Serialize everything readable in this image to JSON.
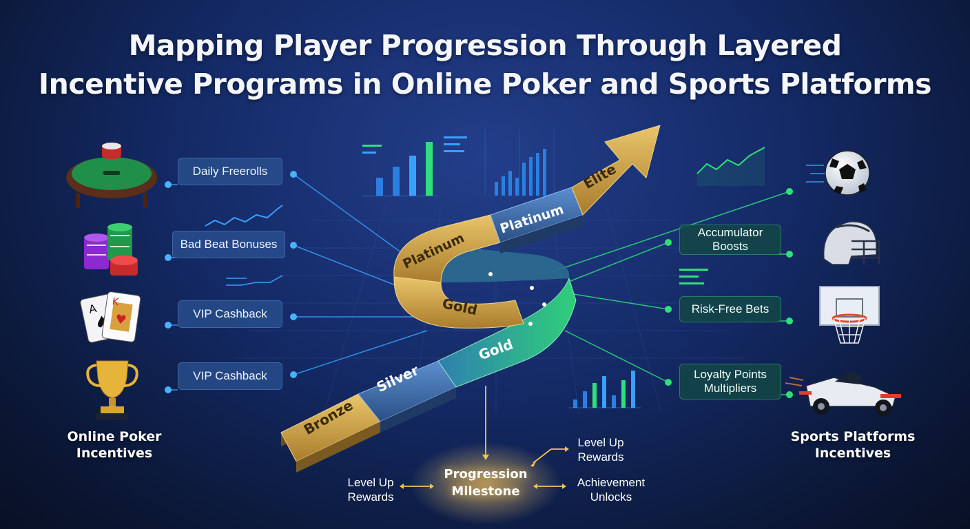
{
  "title": {
    "line1": "Mapping Player Progression Through Layered",
    "line2": "Incentive Programs in Online Poker and Sports Platforms"
  },
  "tiers": {
    "bronze": "Bronze",
    "silver": "Silver",
    "gold_lower": "Gold",
    "gold_upper": "Gold",
    "platinum_curve": "Platinum",
    "platinum_upper": "Platinum",
    "elite": "Elite"
  },
  "poker": {
    "caption_line1": "Online Poker",
    "caption_line2": "Incentives",
    "items": [
      "Daily Freerolls",
      "Bad Beat Bonuses",
      "VIP Cashback",
      "VIP Cashback"
    ],
    "icons": [
      "poker-table-icon",
      "chip-stack-icon",
      "playing-cards-icon",
      "trophy-icon"
    ]
  },
  "sports": {
    "caption_line1": "Sports Platforms",
    "caption_line2": "Incentives",
    "items": [
      {
        "line1": "Accumulator",
        "line2": "Boosts"
      },
      {
        "line1": "Risk-Free Bets",
        "line2": ""
      },
      {
        "line1": "Loyalty Points",
        "line2": "Multipliers"
      }
    ],
    "icons": [
      "soccer-ball-icon",
      "football-helmet-icon",
      "basketball-hoop-icon",
      "race-car-icon"
    ]
  },
  "milestone": {
    "line1": "Progression",
    "line2": "Milestone",
    "left": {
      "line1": "Level Up",
      "line2": "Rewards"
    },
    "top_right": {
      "line1": "Level Up",
      "line2": "Rewards"
    },
    "right": {
      "line1": "Achievement",
      "line2": "Unlocks"
    }
  },
  "colors": {
    "gold": "#c9a047",
    "blue_path": "#3f6fa8",
    "green_path": "#2fae74",
    "accent_blue": "#3aa0ff",
    "accent_green": "#2ee07a",
    "arrow_gold": "#f2c35a"
  }
}
